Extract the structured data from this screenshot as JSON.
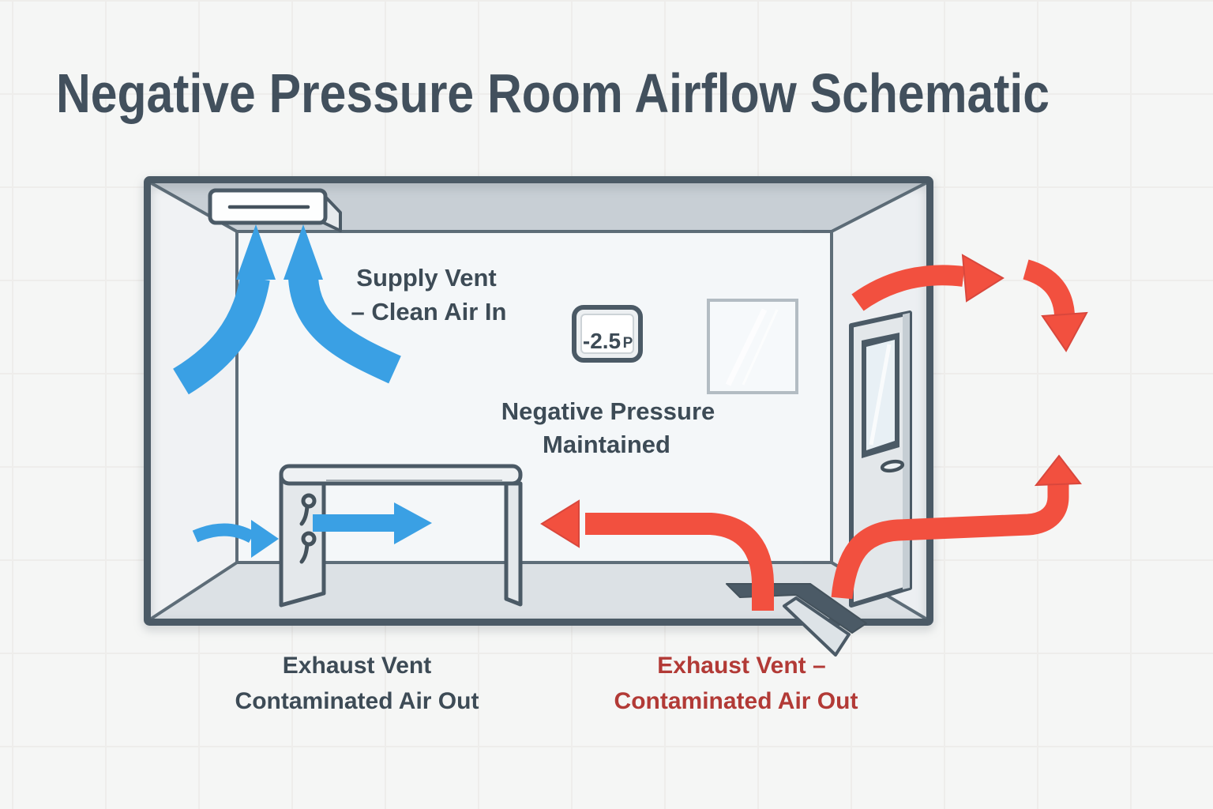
{
  "title": "Negative Pressure Room Airflow Schematic",
  "labels": {
    "supply_vent": {
      "line1": "Supply Vent",
      "line2": "– Clean Air In"
    },
    "negative_pressure": {
      "line1": "Negative Pressure",
      "line2": "Maintained"
    },
    "exhaust_vent_dark": {
      "line1": "Exhaust Vent",
      "line2": "Contaminated Air Out"
    },
    "exhaust_vent_red": {
      "line1": "Exhaust Vent –",
      "line2": "Contaminated Air Out"
    }
  },
  "gauge": {
    "value": "-2.5",
    "unit": "P"
  },
  "colors": {
    "title_text": "#42505d",
    "label_text": "#3d4b56",
    "exhaust_label_text": "#b23a36",
    "supply_air": "#3aa0e4",
    "exhaust_air": "#f2503f",
    "outline": "#4b5a66"
  },
  "icons": {
    "supply_air_arrows": "blue-curved-up-arrow",
    "room_inflow_arrow": "blue-right-arrow",
    "exhaust_floor_arrow": "red-left-arrow",
    "exhaust_outflow_arrows": "red-curved-out-arrow"
  }
}
